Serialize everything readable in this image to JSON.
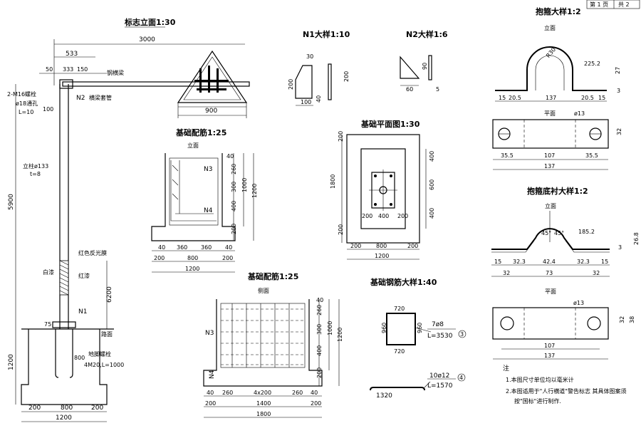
{
  "sheet": {
    "page": "第 1 页",
    "total": "共 2"
  },
  "elevation": {
    "title": "标志立面1:30",
    "dims": {
      "d3000": "3000",
      "d533": "533",
      "d50": "50",
      "d333": "333",
      "d150": "150",
      "d100": "100",
      "d900": "900",
      "d5900": "5900",
      "d1200": "1200",
      "d200a": "200",
      "d800": "800",
      "d200b": "200",
      "d1200w": "1200",
      "d6200": "6200",
      "d75": "75",
      "d800v": "800"
    },
    "labels": {
      "beam": "钢横梁",
      "n2": "N2",
      "clamp": "横梁套管",
      "bolt": "2-M16螺栓",
      "hole": "ø18通孔",
      "len": "L=10",
      "post": "立柱ø133",
      "thk": "t=8",
      "reflect": "红色反光膜",
      "white": "白漆",
      "red": "红漆",
      "n1": "N1",
      "road": "路面",
      "anchor": "地脚螺栓",
      "anchorSpec": "4M20,L=1000"
    }
  },
  "n1": {
    "title": "N1大样1:10",
    "d30": "30",
    "d200": "200",
    "d40": "40",
    "d100": "100",
    "d200r": "200"
  },
  "n2": {
    "title": "N2大样1:6",
    "d90": "90",
    "d60": "60",
    "d5": "5"
  },
  "fdnRebar": {
    "title": "基础配筋1:25",
    "sub": "立面",
    "n3": "N3",
    "n4": "N4",
    "d40": "40",
    "d260": "260",
    "d300": "300",
    "d400": "400",
    "d200": "200",
    "d1000": "1000",
    "d1200": "1200",
    "b40a": "40",
    "b360a": "360",
    "b360b": "360",
    "b40b": "40",
    "b200a": "200",
    "b800": "800",
    "b200b": "200",
    "b1200": "1200"
  },
  "fdnPlan": {
    "title": "基础平面图1:30",
    "d200a": "200",
    "d400": "400",
    "d600": "600",
    "d400b": "400",
    "d200b": "200",
    "d1800": "1800",
    "b200a": "200",
    "b400": "400",
    "b200b": "200",
    "b800": "800",
    "b200c": "200",
    "b1200": "1200"
  },
  "fdnSide": {
    "title": "基础配筋1:25",
    "sub": "侧面",
    "n3": "N3",
    "n4": "N4",
    "d40": "40",
    "d260": "260",
    "d300": "300",
    "d400": "400",
    "d200": "200",
    "d1000": "1000",
    "d1200": "1200",
    "b40a": "40",
    "b260a": "260",
    "b4x200": "4x200",
    "b260b": "260",
    "b40b": "40",
    "b200a": "200",
    "b1400": "1400",
    "b200b": "200",
    "b1800": "1800"
  },
  "rebarDetail": {
    "title": "基础钢筋大样1:40",
    "d720a": "720",
    "d960a": "960",
    "d960b": "960",
    "d720b": "720",
    "r3": "7ø8",
    "r3L": "L=3530",
    "c3": "3",
    "r4": "10ø12",
    "r4L": "L=1570",
    "c4": "4",
    "d1320": "1320"
  },
  "hoop": {
    "title": "抱箍大样1:2",
    "sub1": "立面",
    "r30": "R30",
    "d225": "225.2",
    "d27": "27",
    "d15a": "15",
    "d205a": "20.5",
    "d137": "137",
    "d205b": "20.5",
    "d15b": "15",
    "d3": "3",
    "sub2": "平面",
    "phi13": "ø13",
    "d32": "32",
    "d355a": "35.5",
    "d107": "107",
    "d355b": "35.5",
    "d137b": "137"
  },
  "liner": {
    "title": "抱箍底衬大样1:2",
    "sub1": "立面",
    "a45a": "45°",
    "a45b": "45°",
    "d1852": "185.2",
    "d3": "3",
    "d268": "26.8",
    "d15a": "15",
    "d323a": "32.3",
    "d424": "42.4",
    "d323b": "32.3",
    "d15b": "15",
    "d32a": "32",
    "d73": "73",
    "d32b": "32",
    "sub2": "平面",
    "phi13": "ø13",
    "d32": "32",
    "d38": "38",
    "d107": "107",
    "d137": "137"
  },
  "notes": {
    "head": "注",
    "n1": "1.本图尺寸单位均以毫米计",
    "n2": "2.本图适用于\"人行横道\"警告标志 其具体图案须",
    "n3": "按\"国标\"进行制作."
  }
}
